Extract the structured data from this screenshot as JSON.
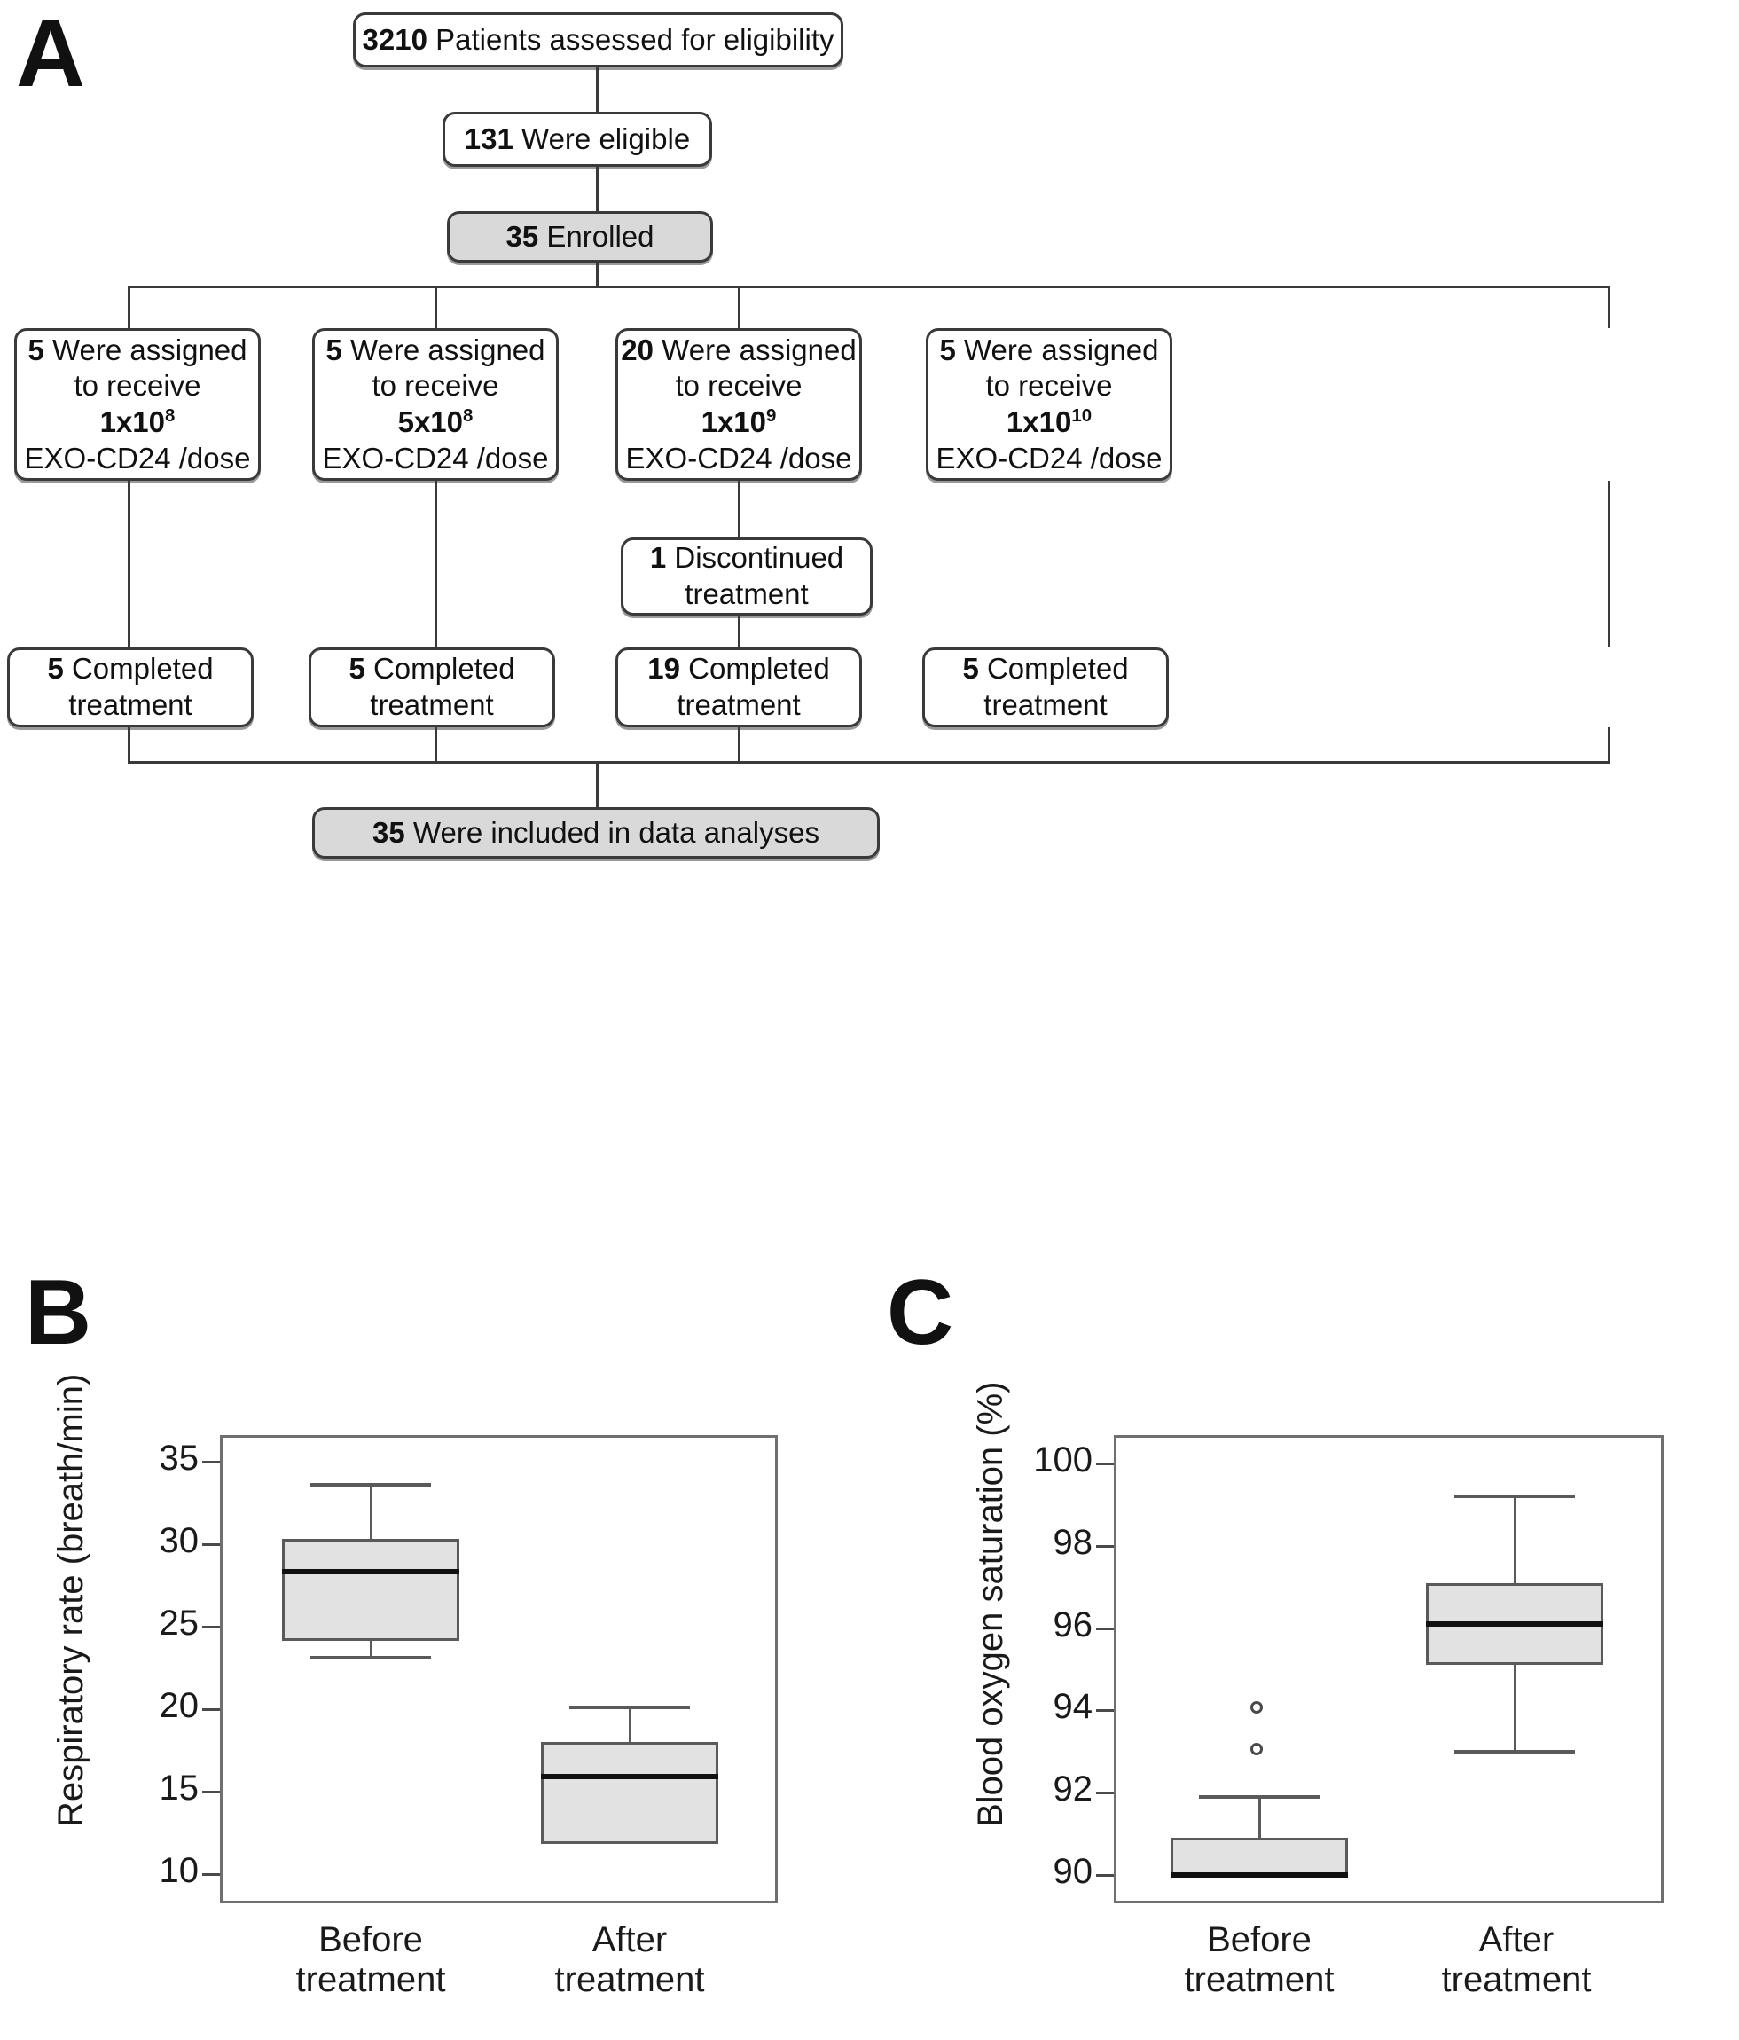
{
  "panels": {
    "a_letter": "A",
    "b_letter": "B",
    "c_letter": "C"
  },
  "flowchart": {
    "assessed": {
      "count": "3210",
      "text": " Patients assessed for eligibility"
    },
    "eligible": {
      "count": "131",
      "text": " Were eligible"
    },
    "enrolled": {
      "count": "35",
      "text": " Enrolled"
    },
    "arms": [
      {
        "count": "5",
        "line1_rest": " Were assigned",
        "line2": "to receive",
        "dose_mantissa": "1x10",
        "dose_exponent": "8",
        "line4": "EXO-CD24 /dose"
      },
      {
        "count": "5",
        "line1_rest": " Were assigned",
        "line2": "to receive",
        "dose_mantissa": "5x10",
        "dose_exponent": "8",
        "line4": "EXO-CD24 /dose"
      },
      {
        "count": "20",
        "line1_rest": " Were assigned",
        "line2": "to receive",
        "dose_mantissa": "1x10",
        "dose_exponent": "9",
        "line4": "EXO-CD24 /dose"
      },
      {
        "count": "5",
        "line1_rest": " Were assigned",
        "line2": "to receive",
        "dose_mantissa": "1x10",
        "dose_exponent": "10",
        "line4": "EXO-CD24 /dose"
      }
    ],
    "discontinued": {
      "count": "1",
      "line1_rest": " Discontinued",
      "line2": "treatment"
    },
    "completed": [
      {
        "count": "5",
        "line1_rest": " Completed",
        "line2": "treatment"
      },
      {
        "count": "5",
        "line1_rest": " Completed",
        "line2": "treatment"
      },
      {
        "count": "19",
        "line1_rest": " Completed",
        "line2": "treatment"
      },
      {
        "count": "5",
        "line1_rest": " Completed",
        "line2": "treatment"
      }
    ],
    "analysed": {
      "count": "35",
      "text": " Were included in data analyses"
    }
  },
  "chart_data": [
    {
      "type": "box",
      "panel": "B",
      "title": "",
      "xlabel": "",
      "ylabel": "Respiratory rate (breath/min)",
      "ylim": [
        8.2,
        36.6
      ],
      "yticks": [
        10,
        15,
        20,
        25,
        30,
        35
      ],
      "ytick_labels": [
        "10",
        "15",
        "20",
        "25",
        "30",
        "35"
      ],
      "grid": false,
      "legend": "none",
      "categories": [
        "Before treatment",
        "After treatment"
      ],
      "category_lines": [
        [
          "Before",
          "treatment"
        ],
        [
          "After",
          "treatment"
        ]
      ],
      "boxes": [
        {
          "label": "Before treatment",
          "whisker_low": 23.1,
          "q1": 24.1,
          "median": 28.3,
          "q3": 30.3,
          "whisker_high": 33.6,
          "outliers": []
        },
        {
          "label": "After treatment",
          "whisker_low": 11.8,
          "q1": 11.8,
          "median": 15.9,
          "q3": 18.0,
          "whisker_high": 20.1,
          "outliers": []
        }
      ]
    },
    {
      "type": "box",
      "panel": "C",
      "title": "",
      "xlabel": "",
      "ylabel": "Blood oxygen saturation (%)",
      "ylim": [
        89.3,
        100.7
      ],
      "yticks": [
        90,
        92,
        94,
        96,
        98,
        100
      ],
      "ytick_labels": [
        "90",
        "92",
        "94",
        "96",
        "98",
        "100"
      ],
      "grid": false,
      "legend": "none",
      "categories": [
        "Before treatment",
        "After treatment"
      ],
      "category_lines": [
        [
          "Before",
          "treatment"
        ],
        [
          "After",
          "treatment"
        ]
      ],
      "boxes": [
        {
          "label": "Before treatment",
          "whisker_low": 90.0,
          "q1": 90.0,
          "median": 90.0,
          "q3": 90.9,
          "whisker_high": 91.9,
          "outliers": [
            94.0,
            93.0
          ]
        },
        {
          "label": "After treatment",
          "whisker_low": 93.0,
          "q1": 95.1,
          "median": 96.1,
          "q3": 97.1,
          "whisker_high": 99.2,
          "outliers": []
        }
      ]
    }
  ],
  "colors": {
    "box_fill": "#e2e2e2",
    "box_stroke": "#5a5a5a",
    "median": "#111111",
    "shaded_node": "#d9d9d9",
    "node_stroke": "#3a3a3a",
    "frame": "#6f6f6f"
  }
}
